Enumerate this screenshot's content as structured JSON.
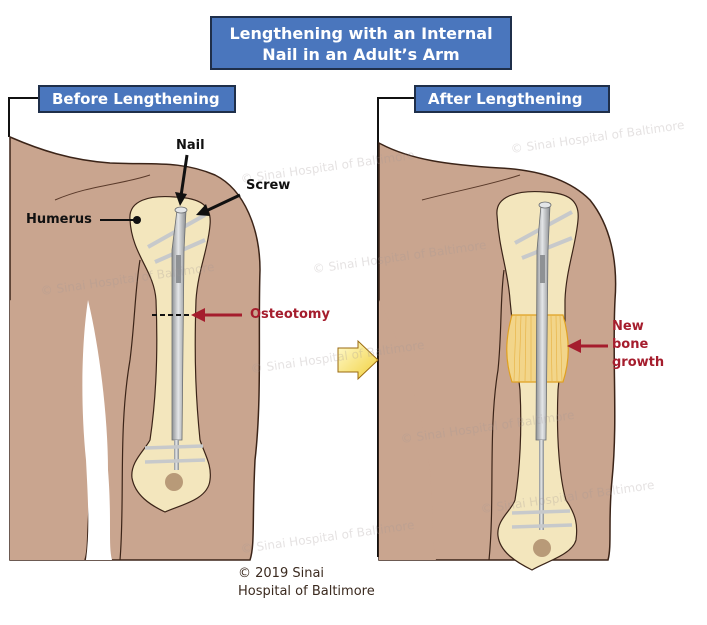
{
  "title": {
    "line1": "Lengthening with an Internal",
    "line2": "Nail in an Adult’s Arm"
  },
  "panels": {
    "before": {
      "label": "Before Lengthening",
      "annotations": {
        "nail": "Nail",
        "screw": "Screw",
        "humerus": "Humerus",
        "osteotomy": "Osteotomy"
      }
    },
    "after": {
      "label": "After Lengthening",
      "annotations": {
        "new_bone_line1": "New",
        "new_bone_line2": "bone",
        "new_bone_line3": "growth"
      }
    }
  },
  "transition_arrow": "right-arrow-icon",
  "copyright": {
    "line1": "© 2019 Sinai",
    "line2": "Hospital of Baltimore"
  },
  "watermark": "© Sinai Hospital of Baltimore",
  "colors": {
    "label_bg": "#4a76bd",
    "skin": "#c9a58f",
    "bone": "#f3e6bd",
    "nail": "#b9bcbf",
    "annotation_red": "#a51d2d",
    "new_bone": "#f2c35a",
    "arrow_fill": "#f7e36b"
  }
}
